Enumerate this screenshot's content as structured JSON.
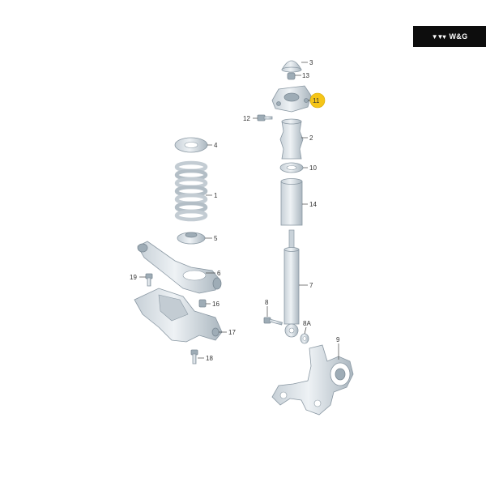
{
  "brand": {
    "logo_icon": "vw-logo-icon",
    "text": "W&G",
    "background": "#0d0d0d",
    "foreground": "#ffffff"
  },
  "colors": {
    "part_light": "#e6ebef",
    "part_shade": "#b9c4cc",
    "highlight": "#f5c518",
    "leader": "#444444"
  },
  "callouts": {
    "c3": "3",
    "c13": "13",
    "c11": "11",
    "c12": "12",
    "c2": "2",
    "c10": "10",
    "c14": "14",
    "c7": "7",
    "c8": "8",
    "c8a": "8A",
    "c9": "9",
    "c4": "4",
    "c1": "1",
    "c5": "5",
    "c6": "6",
    "c19": "19",
    "c16": "16",
    "c17": "17",
    "c18": "18"
  },
  "highlighted_part": "11"
}
